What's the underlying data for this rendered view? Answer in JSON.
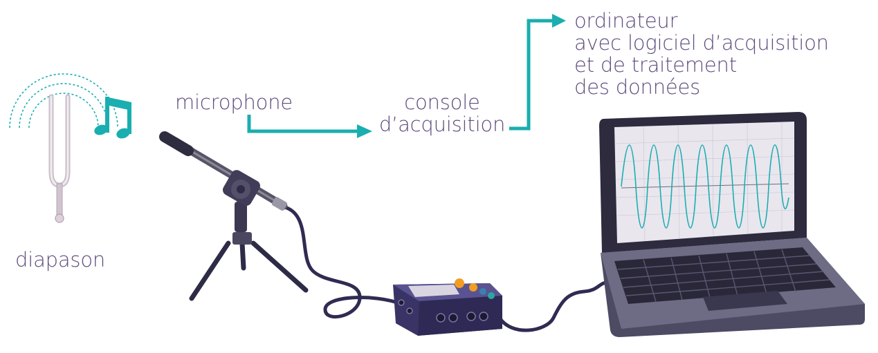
{
  "labels": {
    "diapason": "diapason",
    "microphone": "microphone",
    "console": [
      "console",
      "d’acquisition"
    ],
    "ordinateur": [
      "ordinateur",
      "avec logiciel d’acquisition",
      "et de traitement",
      "des données"
    ]
  },
  "colors": {
    "text": "#5e4b7e",
    "accent": "#1aaeb0",
    "device_dark": "#3b3566",
    "cable": "#2f2b52",
    "laptop_body": "#4d4a63",
    "screen_bg": "#e9e6ee"
  },
  "icons": [
    "tuning-fork-icon",
    "sound-waves-icon",
    "music-note-icon",
    "arrow-icon"
  ]
}
